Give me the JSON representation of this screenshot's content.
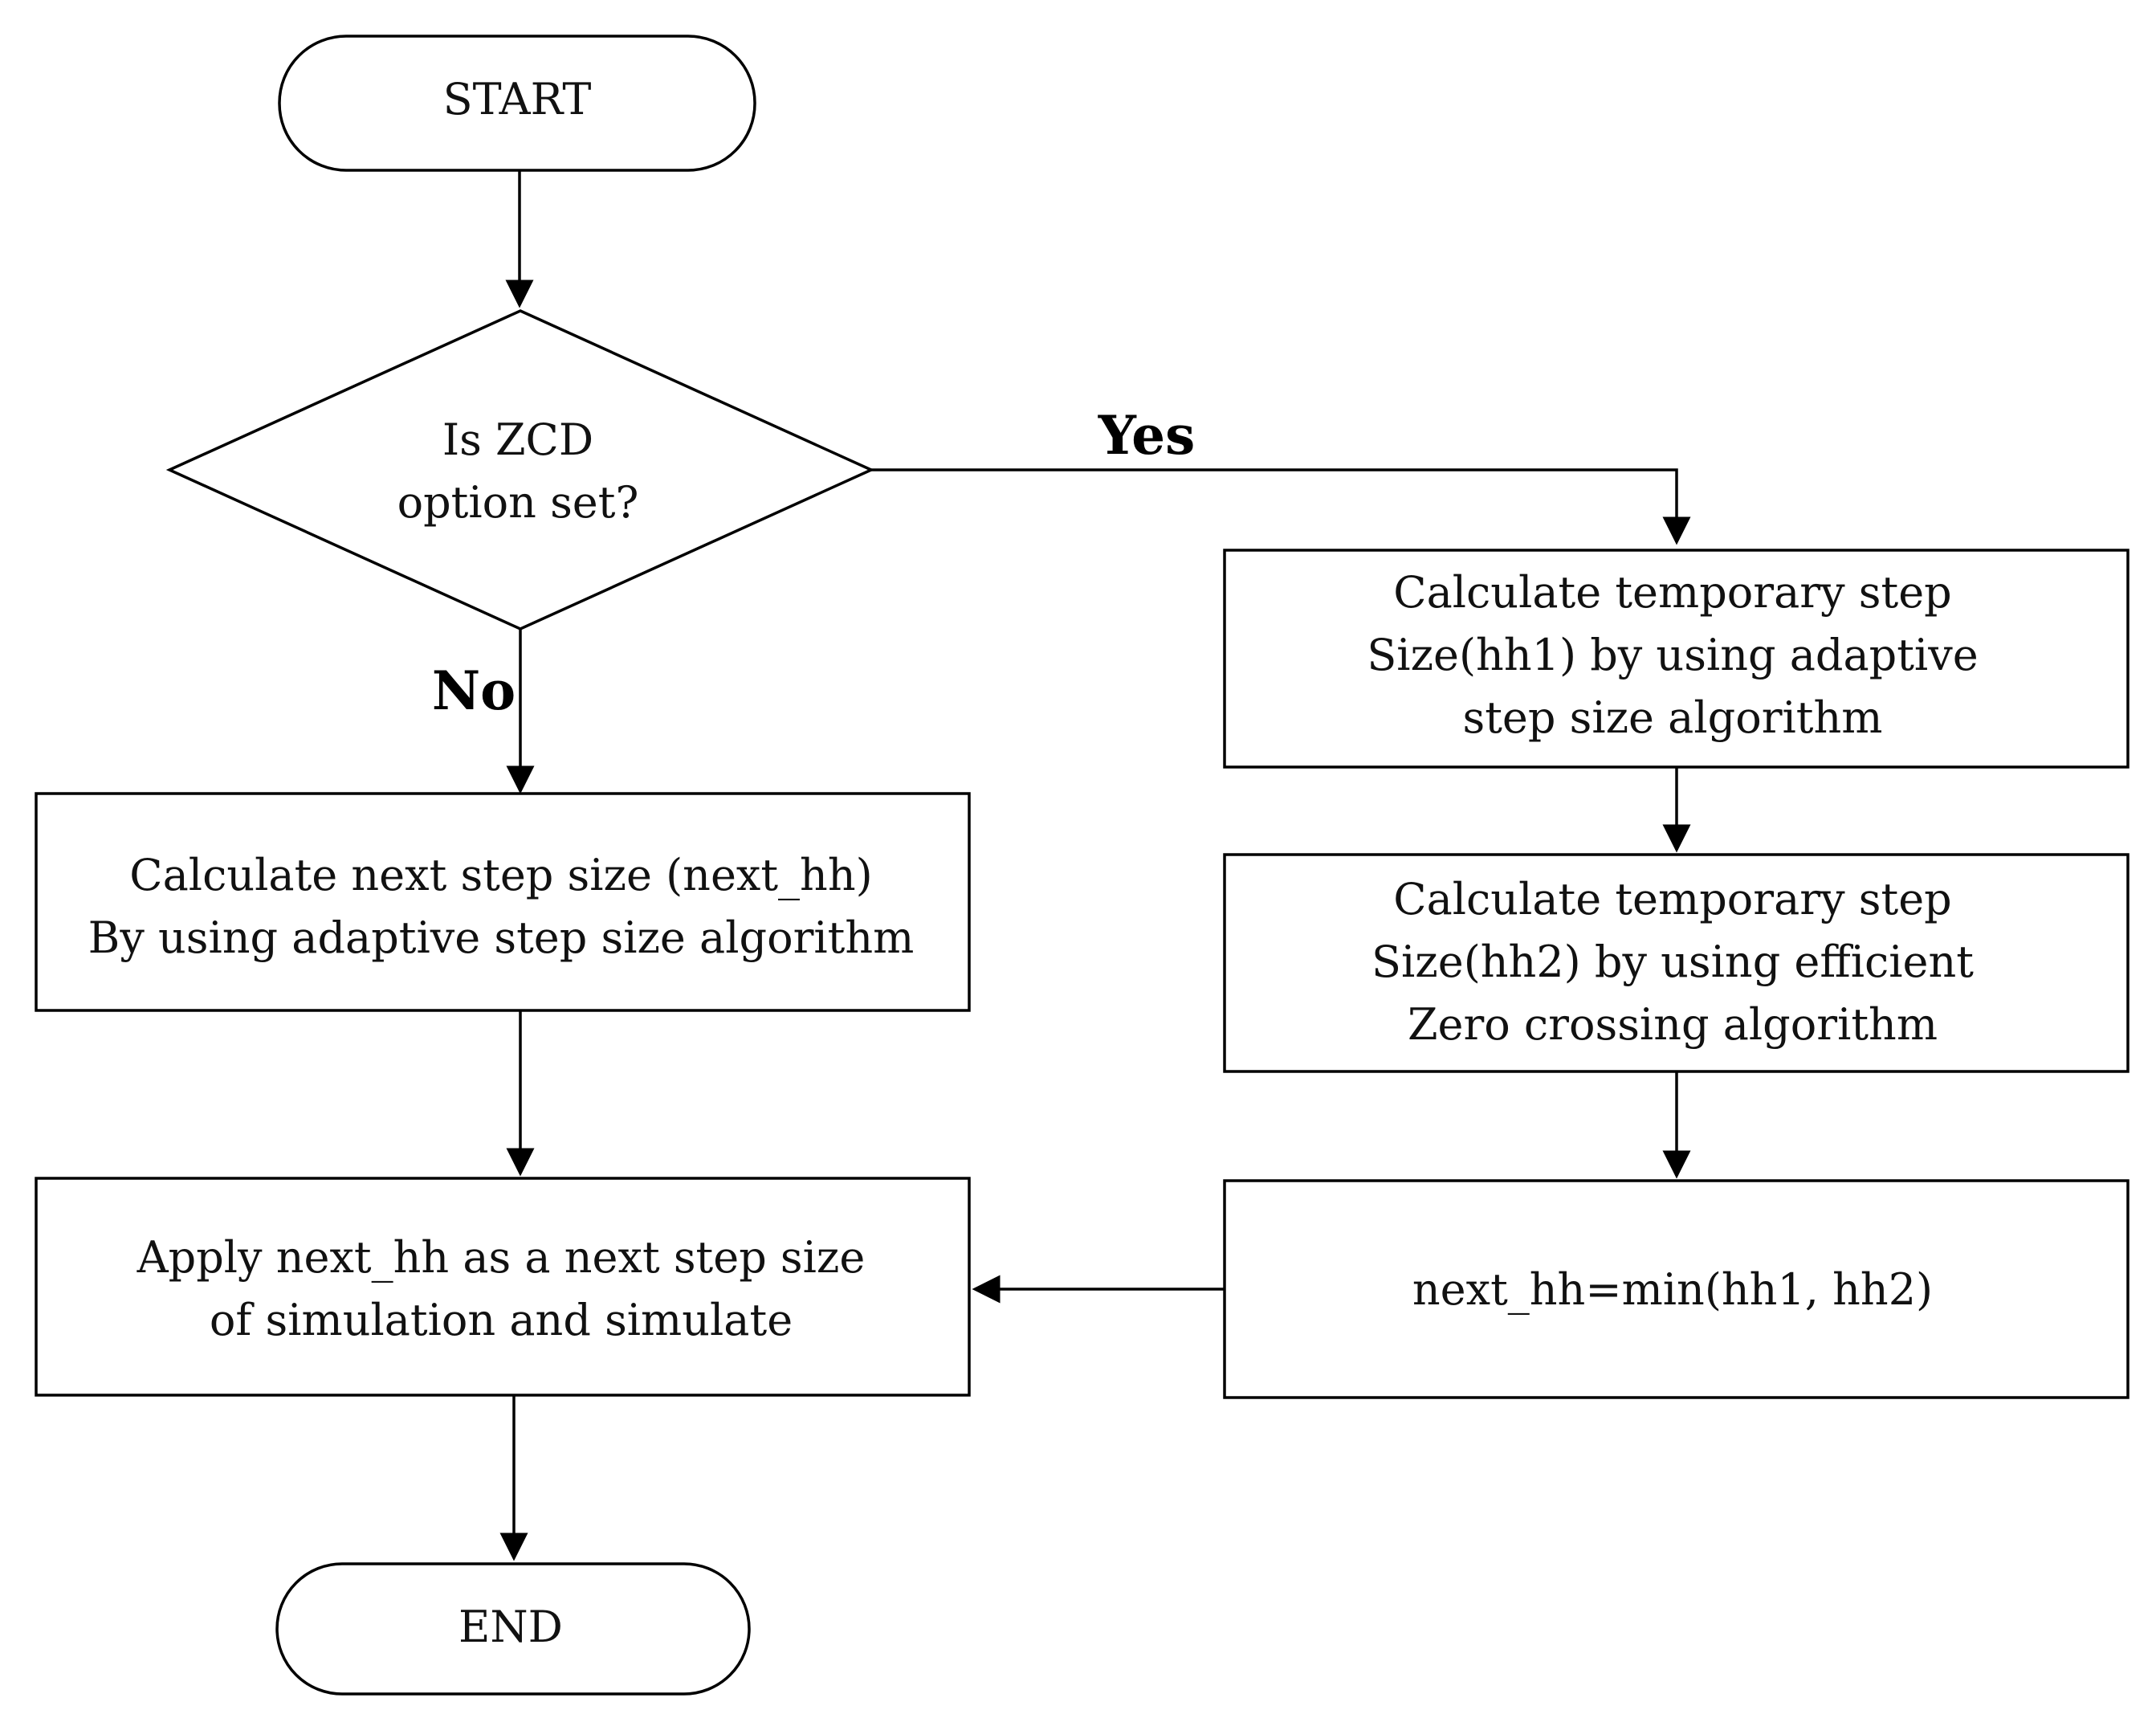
{
  "flowchart": {
    "start": "START",
    "decision": [
      "Is ZCD",
      "option set?"
    ],
    "branch_yes": "Yes",
    "branch_no": "No",
    "calc_next": [
      "Calculate next step size (next_hh)",
      "By using adaptive step size algorithm"
    ],
    "apply": [
      "Apply next_hh as a next step size",
      "of simulation and simulate"
    ],
    "end": "END",
    "temp_hh1": [
      "Calculate temporary step",
      "Size(hh1) by using adaptive",
      "step size algorithm"
    ],
    "temp_hh2": [
      "Calculate temporary step",
      "Size(hh2) by using efficient",
      "Zero crossing algorithm"
    ],
    "min_step": "next_hh=min(hh1, hh2)"
  }
}
